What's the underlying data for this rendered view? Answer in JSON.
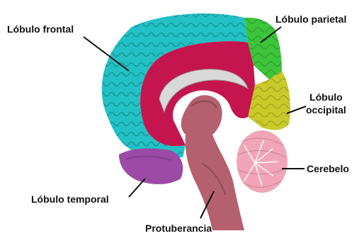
{
  "labels": {
    "frontal": "Lóbulo frontal",
    "parietal": "Lóbulo parietal",
    "occipital_line1": "Lóbulo",
    "occipital_line2": "occipital",
    "temporal": "Lóbulo temporal",
    "cerebelo": "Cerebelo",
    "protuberancia": "Protuberancia"
  },
  "colors": {
    "frontal": "#22c1c6",
    "parietal": "#3cc43a",
    "occipital": "#c9c92a",
    "temporal": "#9b4aa6",
    "cerebelo": "#f0a6b8",
    "protuberancia": "#b5606e",
    "limbic": "#c4154f",
    "corpus_callosum": "#d9d9d9"
  }
}
